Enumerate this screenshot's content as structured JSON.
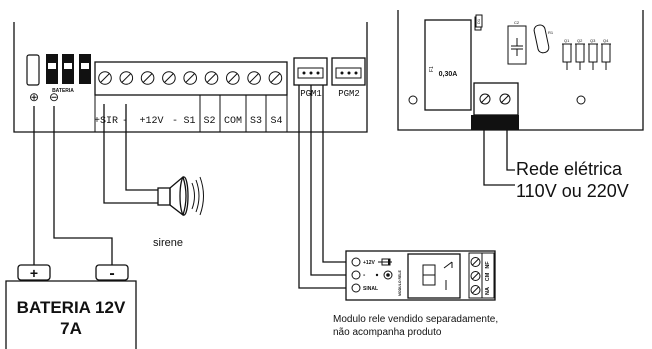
{
  "main_board": {
    "battery_label": "BATERIA",
    "plus_symbol": "⊕",
    "minus_symbol": "⊖",
    "terminals": [
      "+SIR",
      "-",
      "+12V",
      "-",
      "S1",
      "S2",
      "COM",
      "S3",
      "S4"
    ],
    "pgm": [
      "PGM1",
      "PGM2"
    ]
  },
  "power_board": {
    "fuse_label": "0,30A",
    "small_labels": [
      "F1",
      "D1",
      "C2",
      "R1",
      "Q1",
      "Q2",
      "Q3",
      "Q4"
    ],
    "power_label_line1": "Rede elétrica",
    "power_label_line2": "110V ou 220V"
  },
  "siren": {
    "label": "sirene"
  },
  "battery": {
    "plus": "+",
    "minus": "-",
    "label_line1": "BATERIA 12V",
    "label_line2": "7A"
  },
  "relay_module": {
    "inputs": [
      "+12V",
      "-",
      "SINAL"
    ],
    "outputs": [
      "NF",
      "CM",
      "NA"
    ],
    "side_text": "MODULO RELE",
    "note_line1": "Modulo rele vendido separadamente,",
    "note_line2": "não acompanha produto"
  }
}
